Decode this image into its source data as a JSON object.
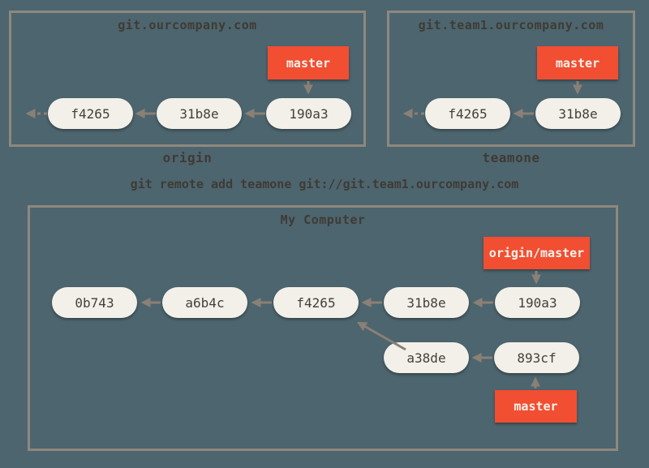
{
  "colors": {
    "background": "#4d656e",
    "box_border": "#8e887e",
    "node_fill": "#f2f0e9",
    "node_text": "#44403a",
    "arrow": "#8a8076",
    "branch_fill": "#f14e32",
    "branch_text": "#f8f3ec",
    "label_text": "#3f3b35"
  },
  "command": "git remote add teamone git://git.team1.ourcompany.com",
  "remotes": [
    {
      "title": "git.ourcompany.com",
      "label": "origin",
      "branch": "master",
      "commits": [
        "f4265",
        "31b8e",
        "190a3"
      ]
    },
    {
      "title": "git.team1.ourcompany.com",
      "label": "teamone",
      "branch": "master",
      "commits": [
        "f4265",
        "31b8e"
      ]
    }
  ],
  "local": {
    "title": "My Computer",
    "branches": {
      "remote": "origin/master",
      "local": "master"
    },
    "main_commits": [
      "0b743",
      "a6b4c",
      "f4265",
      "31b8e",
      "190a3"
    ],
    "branch_commits": [
      "a38de",
      "893cf"
    ]
  }
}
